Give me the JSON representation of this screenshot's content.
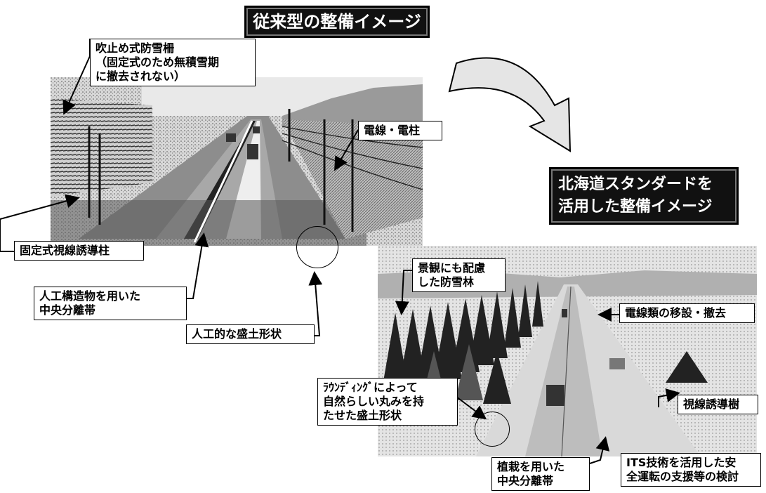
{
  "banners": {
    "conventional": "従来型の整備イメージ",
    "hokkaido": "北海道スタンダードを\n活用した整備イメージ"
  },
  "labels": {
    "snow_fence": "吹止め式防雪柵\n（固定式のため無積雪期\nに撤去されない）",
    "power_lines": "電線・電柱",
    "fixed_guide_posts": "固定式視線誘導柱",
    "median_artificial": "人工構造物を用いた\n中央分離帯",
    "artificial_embankment": "人工的な盛土形状",
    "snow_forest": "景観にも配慮\nした防雪林",
    "line_removal": "電線類の移設・撤去",
    "rounding": "ﾗｳﾝﾃﾞｨﾝｸﾞによって\n自然らしい丸みを持\nたせた盛土形状",
    "guide_trees": "視線誘導樹",
    "median_planting": "植栽を用いた\n中央分離帯",
    "its": "ITS技術を活用した安\n全運転の支援等の検討"
  }
}
